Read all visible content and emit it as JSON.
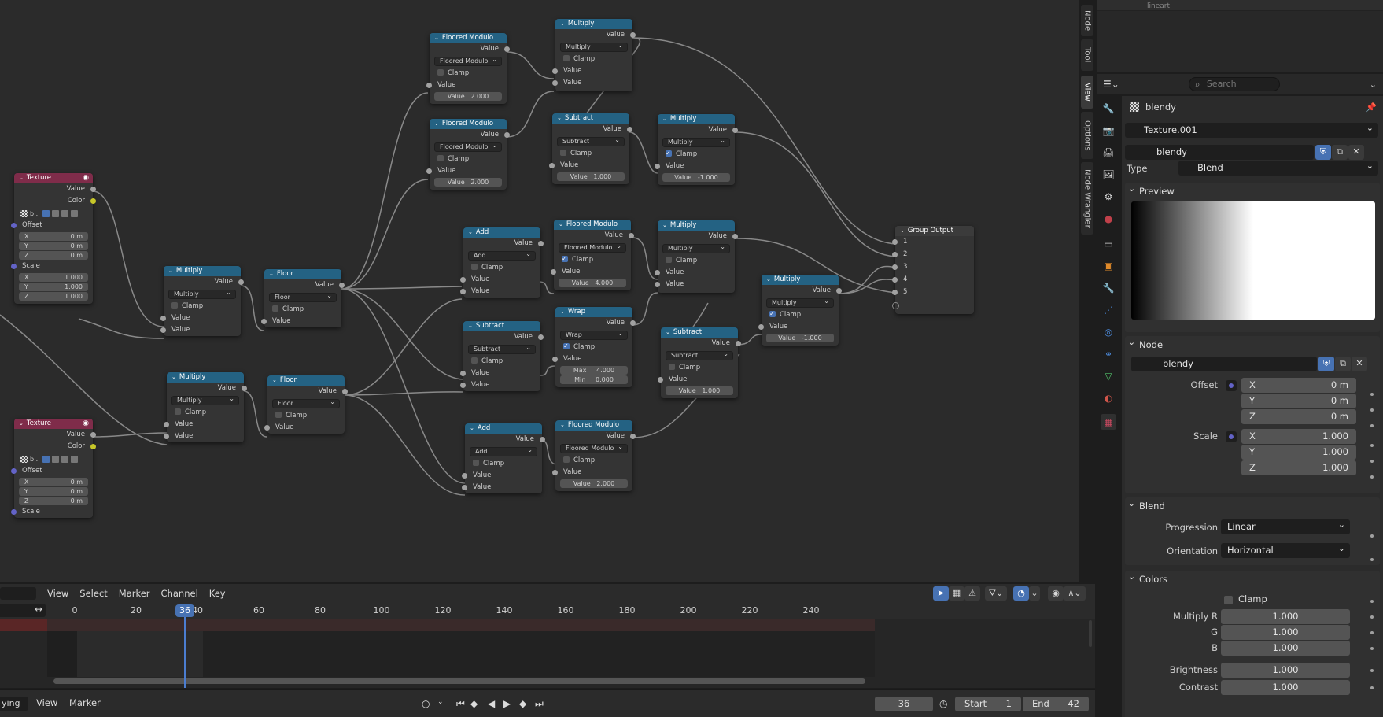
{
  "editor": {
    "nodes": {
      "tex1": {
        "title": "Texture",
        "value": "Value",
        "color": "Color",
        "name": "b...",
        "offset": "Offset",
        "scale": "Scale",
        "x": "0 m",
        "y": "0 m",
        "z": "0 m",
        "sx": "1.000",
        "sy": "1.000",
        "sz": "1.000"
      },
      "tex2": {
        "title": "Texture",
        "value": "Value",
        "color": "Color",
        "name": "b...",
        "offset": "Offset",
        "scale": "Scale",
        "x": "0 m",
        "y": "0 m",
        "z": "0 m"
      },
      "mul1": {
        "title": "Multiply",
        "op": "Multiply",
        "out": "Value",
        "clamp": "Clamp",
        "in1": "Value",
        "in2": "Value"
      },
      "mul2": {
        "title": "Multiply",
        "op": "Multiply",
        "out": "Value",
        "clamp": "Clamp",
        "in1": "Value",
        "in2": "Value"
      },
      "floor1": {
        "title": "Floor",
        "op": "Floor",
        "out": "Value",
        "clamp": "Clamp",
        "in1": "Value"
      },
      "floor2": {
        "title": "Floor",
        "op": "Floor",
        "out": "Value",
        "clamp": "Clamp",
        "in1": "Value"
      },
      "fm1": {
        "title": "Floored Modulo",
        "op": "Floored Modulo",
        "out": "Value",
        "clamp": "Clamp",
        "in1": "Value",
        "fieldlabel": "Value",
        "fieldval": "2.000"
      },
      "fm2": {
        "title": "Floored Modulo",
        "op": "Floored Modulo",
        "out": "Value",
        "clamp": "Clamp",
        "in1": "Value",
        "fieldlabel": "Value",
        "fieldval": "2.000"
      },
      "mul3": {
        "title": "Multiply",
        "op": "Multiply",
        "out": "Value",
        "clamp": "Clamp",
        "in1": "Value",
        "in2": "Value"
      },
      "sub1": {
        "title": "Subtract",
        "op": "Subtract",
        "out": "Value",
        "clamp": "Clamp",
        "in1": "Value",
        "fieldlabel": "Value",
        "fieldval": "1.000"
      },
      "mul4": {
        "title": "Multiply",
        "op": "Multiply",
        "out": "Value",
        "clamp": "Clamp",
        "in1": "Value",
        "fieldlabel": "Value",
        "fieldval": "-1.000"
      },
      "add1": {
        "title": "Add",
        "op": "Add",
        "out": "Value",
        "clamp": "Clamp",
        "in1": "Value",
        "in2": "Value"
      },
      "fm3": {
        "title": "Floored Modulo",
        "op": "Floored Modulo",
        "out": "Value",
        "clamp": "Clamp",
        "in1": "Value",
        "fieldlabel": "Value",
        "fieldval": "4.000"
      },
      "mul5": {
        "title": "Multiply",
        "op": "Multiply",
        "out": "Value",
        "clamp": "Clamp",
        "in1": "Value",
        "in2": "Value"
      },
      "sub2": {
        "title": "Subtract",
        "op": "Subtract",
        "out": "Value",
        "clamp": "Clamp",
        "in1": "Value",
        "in2": "Value"
      },
      "wrap": {
        "title": "Wrap",
        "op": "Wrap",
        "out": "Value",
        "clamp": "Clamp",
        "in1": "Value",
        "maxlabel": "Max",
        "maxval": "4.000",
        "minlabel": "Min",
        "minval": "0.000"
      },
      "sub3": {
        "title": "Subtract",
        "op": "Subtract",
        "out": "Value",
        "clamp": "Clamp",
        "in1": "Value",
        "fieldlabel": "Value",
        "fieldval": "1.000"
      },
      "mul6": {
        "title": "Multiply",
        "op": "Multiply",
        "out": "Value",
        "clamp": "Clamp",
        "in1": "Value",
        "fieldlabel": "Value",
        "fieldval": "-1.000"
      },
      "add2": {
        "title": "Add",
        "op": "Add",
        "out": "Value",
        "clamp": "Clamp",
        "in1": "Value",
        "in2": "Value"
      },
      "fm4": {
        "title": "Floored Modulo",
        "op": "Floored Modulo",
        "out": "Value",
        "clamp": "Clamp",
        "in1": "Value",
        "fieldlabel": "Value",
        "fieldval": "2.000"
      },
      "gout": {
        "title": "Group Output",
        "s1": "1",
        "s2": "2",
        "s3": "3",
        "s4": "4",
        "s5": "5"
      }
    }
  },
  "ntabs": [
    "Node",
    "Tool",
    "View",
    "Options",
    "Node Wrangler"
  ],
  "outliner": {
    "top_item": "lineart"
  },
  "props": {
    "search_placeholder": "Search",
    "texture_name": "blendy",
    "datablock": "Texture.001",
    "texture_field": "blendy",
    "type_label": "Type",
    "type_value": "Blend",
    "preview_panel": "Preview",
    "node_panel": "Node",
    "node_field": "blendy",
    "offset_label": "Offset",
    "scale_label": "Scale",
    "offset": {
      "x": "0 m",
      "y": "0 m",
      "z": "0 m"
    },
    "scale": {
      "x": "1.000",
      "y": "1.000",
      "z": "1.000"
    },
    "axis": {
      "x": "X",
      "y": "Y",
      "z": "Z"
    },
    "blend_panel": "Blend",
    "progression_label": "Progression",
    "progression_value": "Linear",
    "orientation_label": "Orientation",
    "orientation_value": "Horizontal",
    "colors_panel": "Colors",
    "clamp_label": "Clamp",
    "multiply_r_label": "Multiply R",
    "multiply_r": "1.000",
    "g_label": "G",
    "g": "1.000",
    "b_label": "B",
    "b": "1.000",
    "brightness_label": "Brightness",
    "brightness": "1.000",
    "contrast_label": "Contrast",
    "contrast": "1.000"
  },
  "timeline": {
    "menus": [
      "View",
      "Select",
      "Marker",
      "Channel",
      "Key"
    ],
    "ticks": [
      "0",
      "20",
      "40",
      "60",
      "80",
      "100",
      "120",
      "140",
      "160",
      "180",
      "200",
      "220",
      "240"
    ],
    "current_frame": "36",
    "playback_menu": "ying",
    "bottom_menus": [
      "View",
      "Marker"
    ],
    "frame_field": "36",
    "start_label": "Start",
    "start": "1",
    "end_label": "End",
    "end": "42"
  },
  "colors": {
    "math_header": "#246283",
    "texture_header": "#7f2c4a",
    "accent": "#4772b3"
  }
}
